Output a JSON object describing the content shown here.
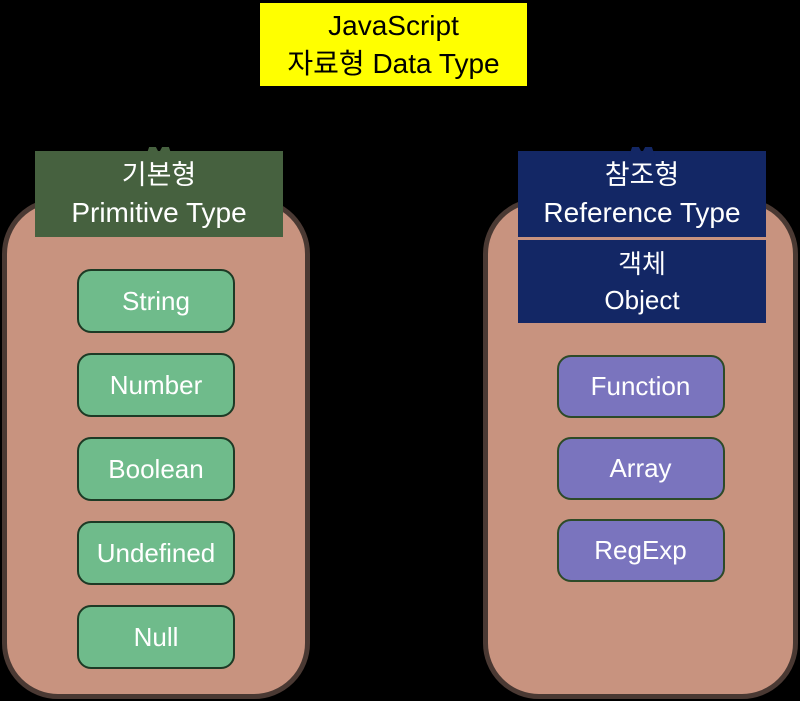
{
  "title": {
    "line1": "JavaScript",
    "line2": "자료형 Data Type"
  },
  "groups": [
    {
      "id": "primitive",
      "header": {
        "korean": "기본형",
        "english": "Primitive Type"
      },
      "items": [
        "String",
        "Number",
        "Boolean",
        "Undefined",
        "Null"
      ]
    },
    {
      "id": "reference",
      "header": {
        "korean": "참조형",
        "english": "Reference Type"
      },
      "subheader": {
        "korean": "객체",
        "english": "Object"
      },
      "items": [
        "Function",
        "Array",
        "RegExp"
      ]
    }
  ],
  "colors": {
    "bg": "#000000",
    "yellow": "#ffff00",
    "salmon": "#c8937f",
    "salmon-border": "#4a3933",
    "green-header": "#46613f",
    "navy": "#132765",
    "green-fill": "#6fbb8b",
    "green-item-border": "#1d3a25",
    "purple-fill": "#7a74be",
    "purple-item-border": "#2d4a28",
    "text-light": "#ffffff",
    "text-dark": "#000000"
  }
}
